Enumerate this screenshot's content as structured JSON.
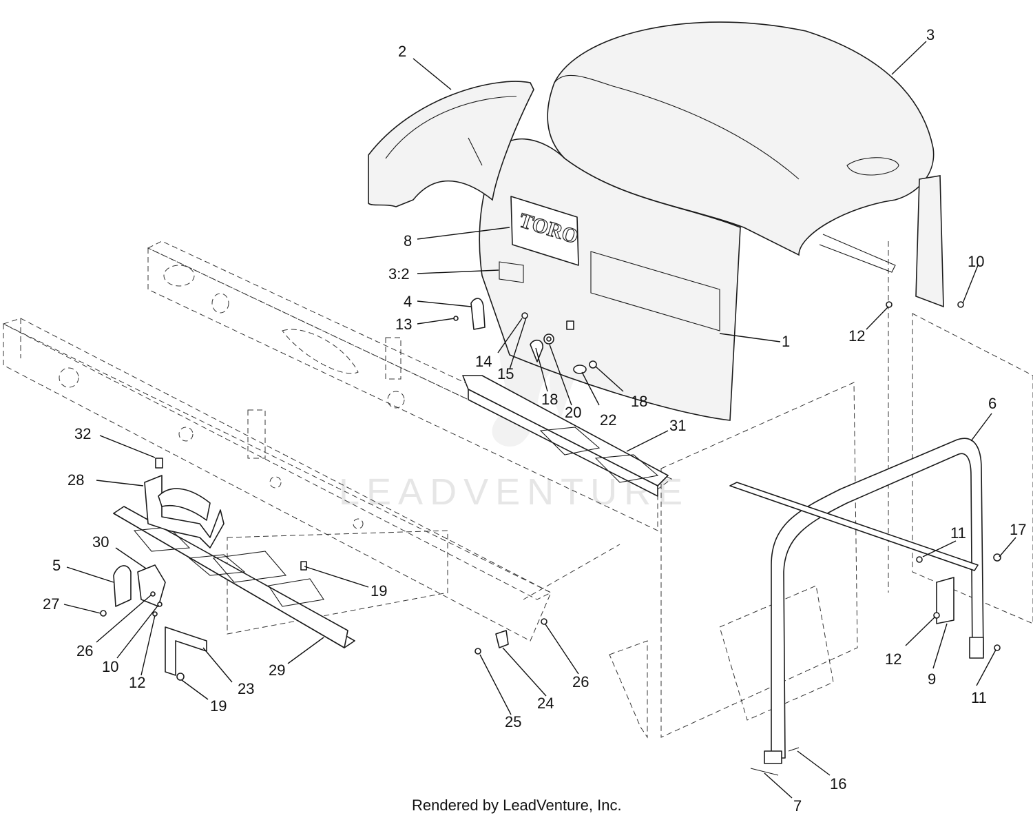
{
  "diagram": {
    "logo_text": "TORO",
    "watermark": "LEADVENTURE",
    "footer": "Rendered by LeadVenture, Inc.",
    "callouts": [
      {
        "id": "c-2",
        "label": "2"
      },
      {
        "id": "c-3-top",
        "label": "3"
      },
      {
        "id": "c-8",
        "label": "8"
      },
      {
        "id": "c-3-2",
        "label": "3:2"
      },
      {
        "id": "c-4",
        "label": "4"
      },
      {
        "id": "c-13",
        "label": "13"
      },
      {
        "id": "c-14",
        "label": "14"
      },
      {
        "id": "c-15",
        "label": "15"
      },
      {
        "id": "c-18a",
        "label": "18"
      },
      {
        "id": "c-20",
        "label": "20"
      },
      {
        "id": "c-22",
        "label": "22"
      },
      {
        "id": "c-18b",
        "label": "18"
      },
      {
        "id": "c-1",
        "label": "1"
      },
      {
        "id": "c-10a",
        "label": "10"
      },
      {
        "id": "c-12a",
        "label": "12"
      },
      {
        "id": "c-31",
        "label": "31"
      },
      {
        "id": "c-32",
        "label": "32"
      },
      {
        "id": "c-28",
        "label": "28"
      },
      {
        "id": "c-30",
        "label": "30"
      },
      {
        "id": "c-5",
        "label": "5"
      },
      {
        "id": "c-27",
        "label": "27"
      },
      {
        "id": "c-26a",
        "label": "26"
      },
      {
        "id": "c-10b",
        "label": "10"
      },
      {
        "id": "c-12b",
        "label": "12"
      },
      {
        "id": "c-19a",
        "label": "19"
      },
      {
        "id": "c-23",
        "label": "23"
      },
      {
        "id": "c-19b",
        "label": "19"
      },
      {
        "id": "c-29",
        "label": "29"
      },
      {
        "id": "c-25",
        "label": "25"
      },
      {
        "id": "c-24",
        "label": "24"
      },
      {
        "id": "c-26b",
        "label": "26"
      },
      {
        "id": "c-6",
        "label": "6"
      },
      {
        "id": "c-11a",
        "label": "11"
      },
      {
        "id": "c-17",
        "label": "17"
      },
      {
        "id": "c-12c",
        "label": "12"
      },
      {
        "id": "c-9",
        "label": "9"
      },
      {
        "id": "c-11b",
        "label": "11"
      },
      {
        "id": "c-16",
        "label": "16"
      },
      {
        "id": "c-7",
        "label": "7"
      }
    ]
  }
}
